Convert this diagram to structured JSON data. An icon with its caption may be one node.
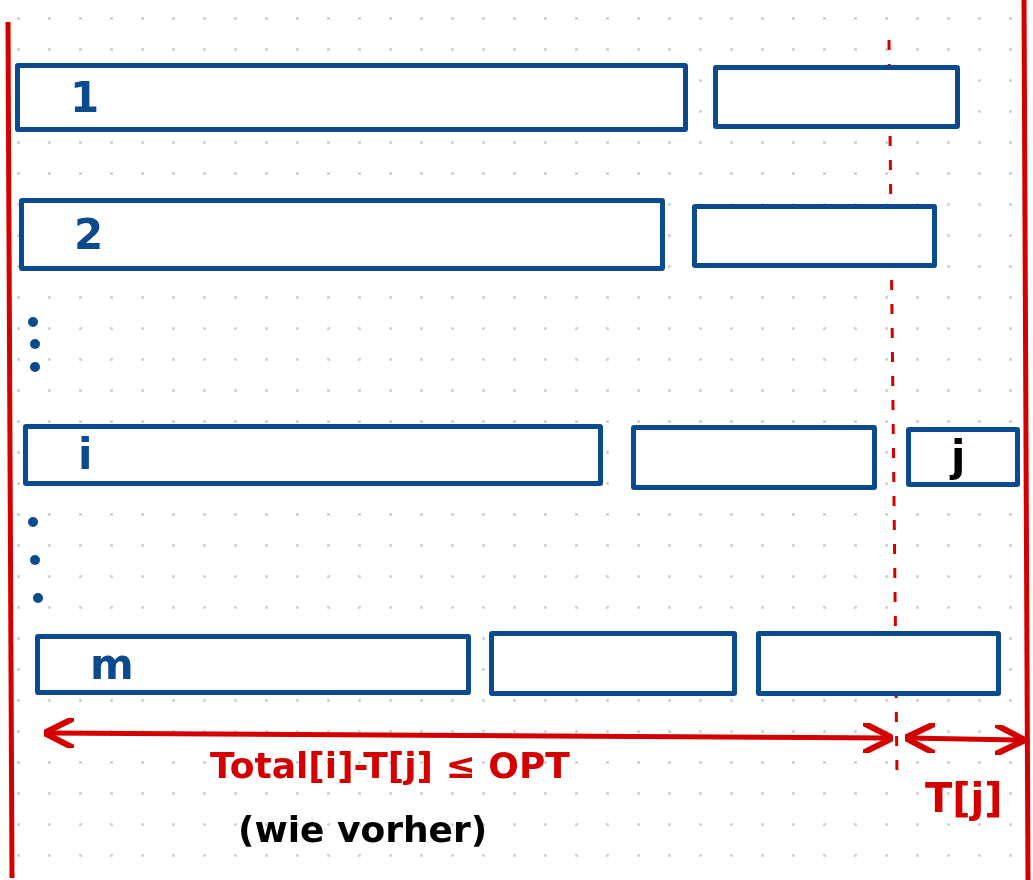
{
  "diagram": {
    "nodes": [
      {
        "text": [
          "1"
        ]
      },
      {
        "text": [],
        "shape": "box"
      },
      {
        "text": [
          "2"
        ]
      },
      {
        "text": [],
        "shape": "box"
      },
      {
        "text": [
          "i"
        ]
      },
      {
        "text": [],
        "shape": "box"
      },
      {
        "text": [
          "j"
        ]
      },
      {
        "text": [
          "m"
        ]
      },
      {
        "text": [],
        "shape": "box"
      },
      {
        "text": [],
        "shape": "box"
      }
    ],
    "edges": [],
    "labels": [
      "Total[i]-T[j] ≤ OPT",
      "(wie vorher)",
      "T[j]"
    ]
  }
}
